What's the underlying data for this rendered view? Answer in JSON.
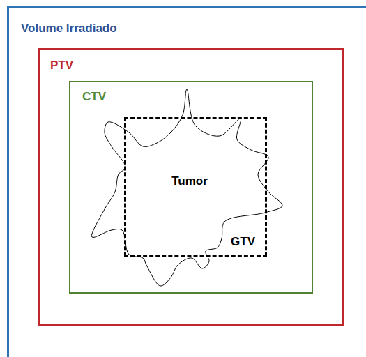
{
  "diagram": {
    "nodes": [
      {
        "text": [
          "Volume Irradiado"
        ]
      },
      {
        "text": [
          "PTV"
        ],
        "in": 0
      },
      {
        "text": [
          "CTV"
        ],
        "in": 1
      },
      {
        "text": [
          "Tumor"
        ],
        "in": 2
      },
      {
        "text": [
          "GTV"
        ],
        "in": 2
      }
    ]
  }
}
